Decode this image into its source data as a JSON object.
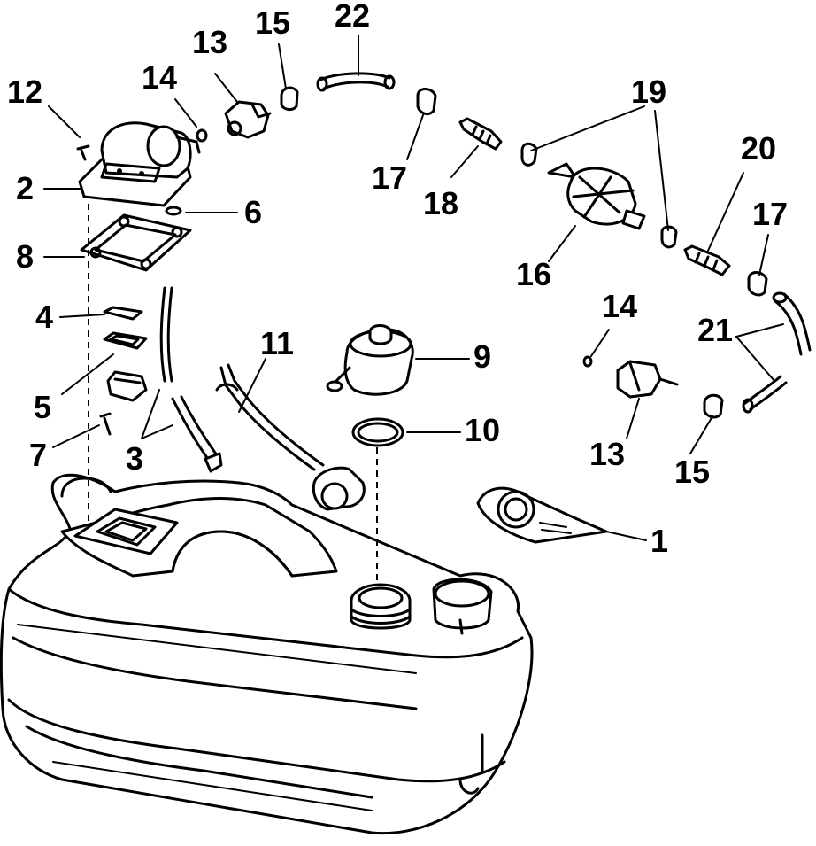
{
  "callouts": [
    {
      "id": "c12a",
      "text": "12"
    },
    {
      "id": "c14a",
      "text": "14"
    },
    {
      "id": "c13a",
      "text": "13"
    },
    {
      "id": "c15a",
      "text": "15"
    },
    {
      "id": "c22",
      "text": "22"
    },
    {
      "id": "c19",
      "text": "19"
    },
    {
      "id": "c20",
      "text": "20"
    },
    {
      "id": "c17b",
      "text": "17"
    },
    {
      "id": "c2",
      "text": "2"
    },
    {
      "id": "c6",
      "text": "6"
    },
    {
      "id": "c8",
      "text": "8"
    },
    {
      "id": "c17a",
      "text": "17"
    },
    {
      "id": "c18",
      "text": "18"
    },
    {
      "id": "c16",
      "text": "16"
    },
    {
      "id": "c14b",
      "text": "14"
    },
    {
      "id": "c21",
      "text": "21"
    },
    {
      "id": "c4",
      "text": "4"
    },
    {
      "id": "c11",
      "text": "11"
    },
    {
      "id": "c9",
      "text": "9"
    },
    {
      "id": "c5",
      "text": "5"
    },
    {
      "id": "c10",
      "text": "10"
    },
    {
      "id": "c7",
      "text": "7"
    },
    {
      "id": "c3",
      "text": "3"
    },
    {
      "id": "c13b",
      "text": "13"
    },
    {
      "id": "c15b",
      "text": "15"
    },
    {
      "id": "c1",
      "text": "1"
    }
  ]
}
